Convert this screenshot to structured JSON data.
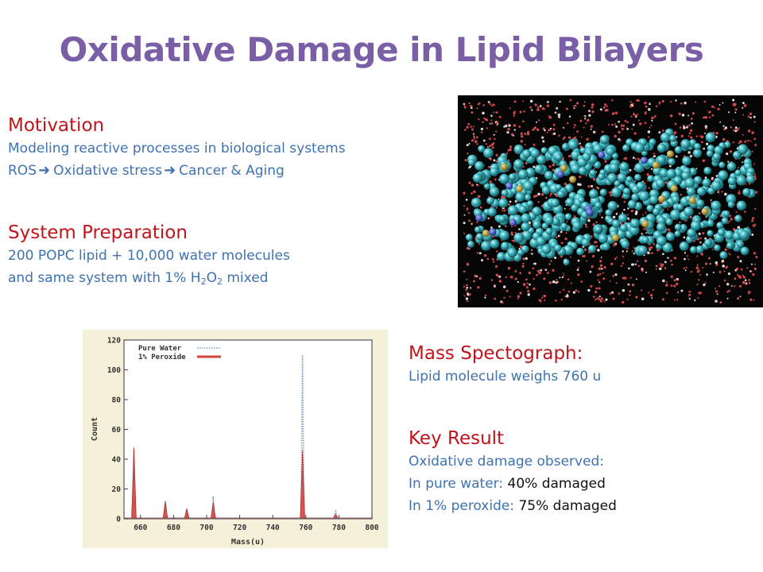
{
  "slide": {
    "title": "Oxidative Damage in Lipid Bilayers",
    "motivation": {
      "heading": "Motivation",
      "line1": "Modeling reactive processes in biological systems",
      "line2_a": "ROS",
      "line2_b": "Oxidative stress",
      "line2_c": "Cancer & Aging"
    },
    "preparation": {
      "heading": "System Preparation",
      "line1": "200 POPC lipid + 10,000 water molecules",
      "line2_a": "and same system with 1% H",
      "line2_sub1": "2",
      "line2_b": "O",
      "line2_sub2": "2",
      "line2_c": " mixed"
    },
    "mass": {
      "heading": "Mass Spectograph:",
      "line1": "Lipid molecule weighs 760 u"
    },
    "key_result": {
      "heading": "Key Result",
      "line1": "Oxidative damage observed:",
      "line2_label": "In pure water: ",
      "line2_value": "40% damaged",
      "line3_label": "In 1% peroxide: ",
      "line3_value": "75% damaged"
    },
    "colors": {
      "title": "#7a5fa6",
      "heading": "#c0151b",
      "body": "#3f72b0"
    }
  },
  "chart_data": {
    "type": "line",
    "title": "",
    "xlabel": "Mass(u)",
    "ylabel": "Count",
    "xlim": [
      650,
      800
    ],
    "ylim": [
      0,
      120
    ],
    "xticks": [
      "660",
      "680",
      "700",
      "720",
      "740",
      "760",
      "780",
      "800"
    ],
    "yticks": [
      "0",
      "20",
      "40",
      "60",
      "80",
      "100",
      "120"
    ],
    "legend_position": "top-left",
    "grid": false,
    "series": [
      {
        "name": "Pure Water",
        "color": "#8a9fc8",
        "style": "dotted",
        "peaks": [
          [
            656,
            47
          ],
          [
            675,
            11
          ],
          [
            688,
            6
          ],
          [
            704,
            15
          ],
          [
            758,
            110
          ],
          [
            778,
            6
          ]
        ]
      },
      {
        "name": "1% Peroxide",
        "color": "#d2453e",
        "style": "filled",
        "peaks": [
          [
            656,
            48
          ],
          [
            675,
            12
          ],
          [
            688,
            7
          ],
          [
            704,
            11
          ],
          [
            758,
            46
          ],
          [
            778,
            3
          ]
        ]
      }
    ]
  }
}
